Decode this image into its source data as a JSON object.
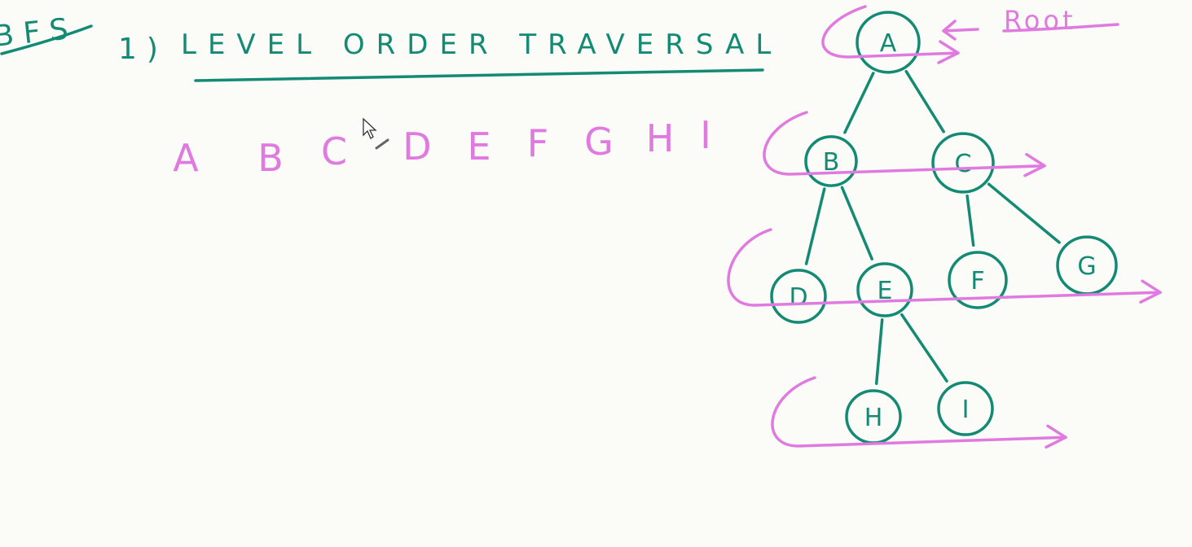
{
  "heading": "BFS",
  "item_number": "1)",
  "title": "LEVEL ORDER TRAVERSAL",
  "traversal_order": [
    "A",
    "B",
    "C",
    "D",
    "E",
    "F",
    "G",
    "H",
    "I"
  ],
  "root_label": "Root",
  "tree": {
    "nodes": [
      "A",
      "B",
      "C",
      "D",
      "E",
      "F",
      "G",
      "H",
      "I"
    ],
    "edges": [
      [
        "A",
        "B"
      ],
      [
        "A",
        "C"
      ],
      [
        "B",
        "D"
      ],
      [
        "B",
        "E"
      ],
      [
        "C",
        "F"
      ],
      [
        "C",
        "G"
      ],
      [
        "E",
        "H"
      ],
      [
        "E",
        "I"
      ]
    ],
    "levels": [
      [
        "A"
      ],
      [
        "B",
        "C"
      ],
      [
        "D",
        "E",
        "F",
        "G"
      ],
      [
        "H",
        "I"
      ]
    ]
  },
  "colors": {
    "background": "#fbfbf7",
    "teal_marker": "#138a73",
    "pink_marker": "#e07ae0"
  }
}
